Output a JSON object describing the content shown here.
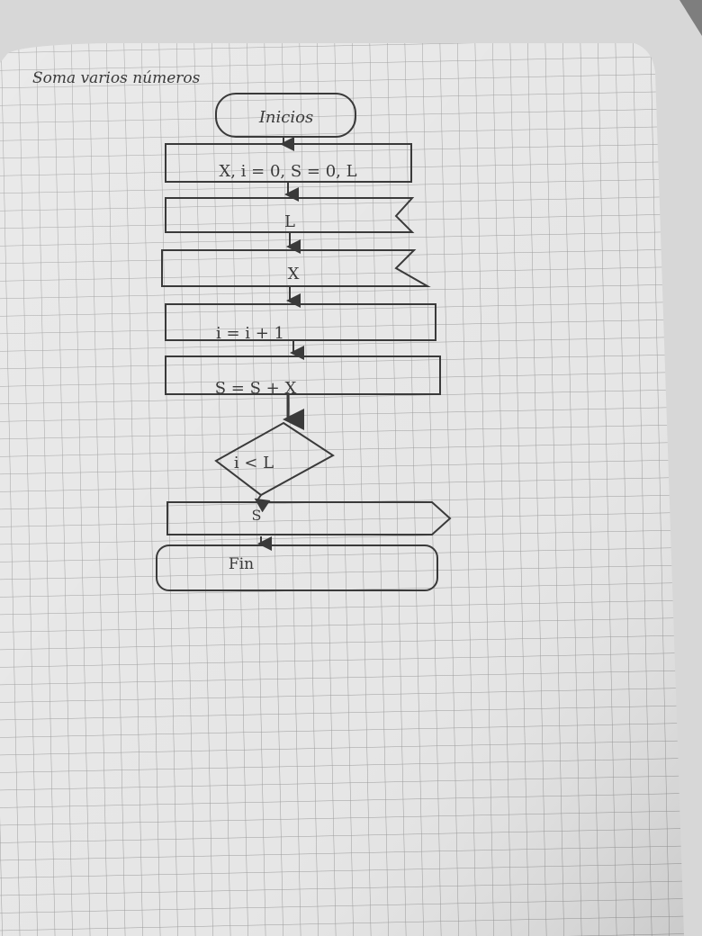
{
  "page": {
    "title": "Soma varios números"
  },
  "flowchart": {
    "start": "Inicios",
    "init": "X, i = 0, S = 0, L",
    "input_1": "L",
    "input_2": "X",
    "increment": "i = i + 1",
    "accumulate": "S = S + X",
    "decision": "i < L",
    "output": "S",
    "end": "Fin"
  },
  "colors": {
    "paper": "#e6e6e6",
    "grid": "#9a9a9a",
    "ink": "#3a3a3a"
  }
}
